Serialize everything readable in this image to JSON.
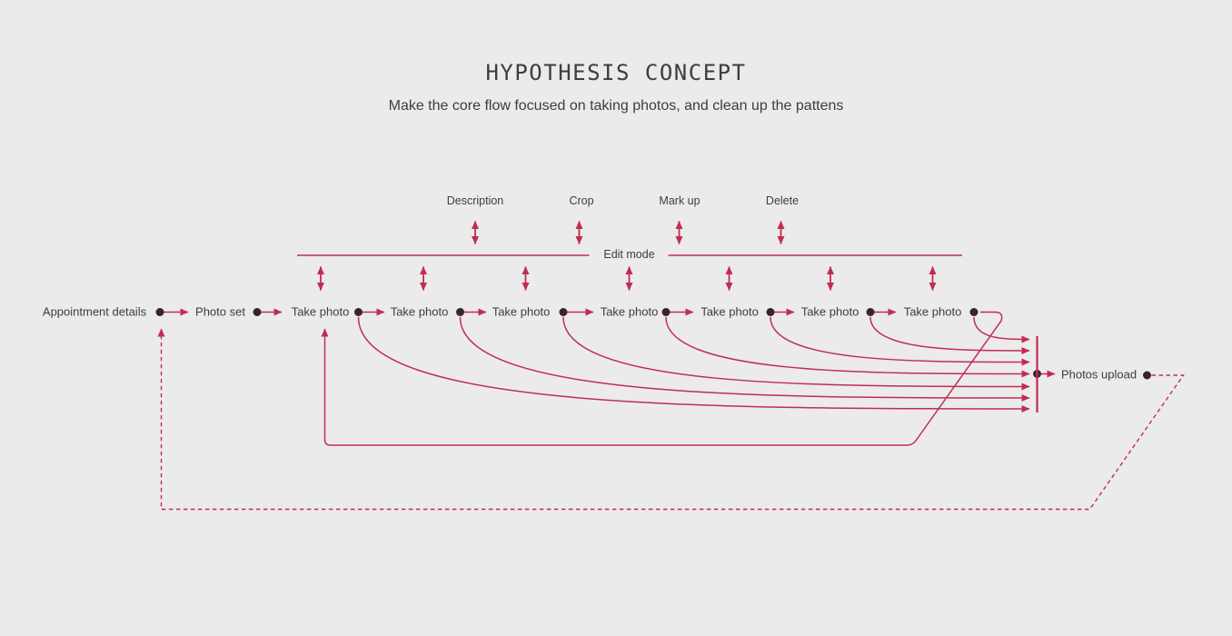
{
  "title": "HYPOTHESIS CONCEPT",
  "subtitle": "Make the core flow focused on taking photos, and clean up the pattens",
  "edit_mode": {
    "label": "Edit mode",
    "tools": [
      {
        "label": "Description"
      },
      {
        "label": "Crop"
      },
      {
        "label": "Mark up"
      },
      {
        "label": "Delete"
      }
    ]
  },
  "flow": {
    "nodes": [
      {
        "label": "Appointment details"
      },
      {
        "label": "Photo set"
      },
      {
        "label": "Take photo"
      },
      {
        "label": "Take photo"
      },
      {
        "label": "Take photo"
      },
      {
        "label": "Take photo"
      },
      {
        "label": "Take photo"
      },
      {
        "label": "Take photo"
      },
      {
        "label": "Take photo"
      },
      {
        "label": "Photos upload"
      }
    ]
  },
  "colors": {
    "accent": "#c22c54",
    "dot": "#3a2230",
    "text": "#3d3d3d",
    "background": "#ebebeb"
  }
}
